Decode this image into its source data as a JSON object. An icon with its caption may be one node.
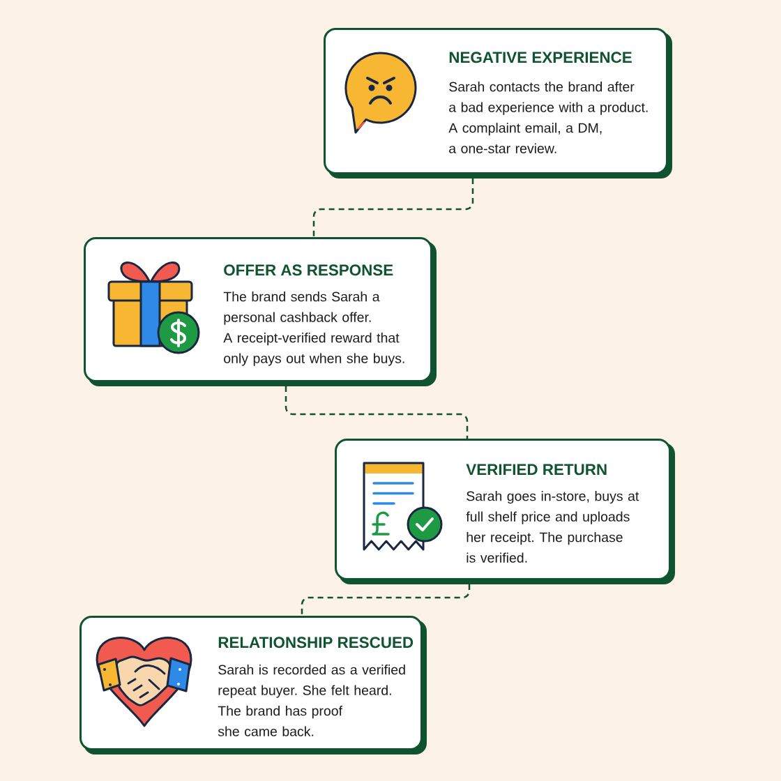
{
  "diagram": {
    "nodes": [
      {
        "text": [
          "NEGATIVE EXPERIENCE",
          "Sarah contacts the brand after a bad experience with a product. A complaint email, a DM, a one-star review."
        ]
      },
      {
        "text": [
          "OFFER AS RESPONSE",
          "The brand sends Sarah a personal cashback offer. A receipt-verified reward that only pays out when she buys."
        ]
      },
      {
        "text": [
          "VERIFIED RETURN",
          "Sarah goes in-store, buys at full shelf price and uploads her receipt. The purchase is verified."
        ]
      },
      {
        "text": [
          "RELATIONSHIP RESCUED",
          "Sarah is recorded as a verified repeat buyer. She felt heard. The brand has proof she came back."
        ]
      }
    ],
    "edges": [
      {
        "from": 0,
        "to": 1,
        "arrow": "none",
        "style": "dashed"
      },
      {
        "from": 1,
        "to": 2,
        "arrow": "none",
        "style": "dashed"
      },
      {
        "from": 2,
        "to": 3,
        "arrow": "none",
        "style": "dashed"
      }
    ]
  }
}
